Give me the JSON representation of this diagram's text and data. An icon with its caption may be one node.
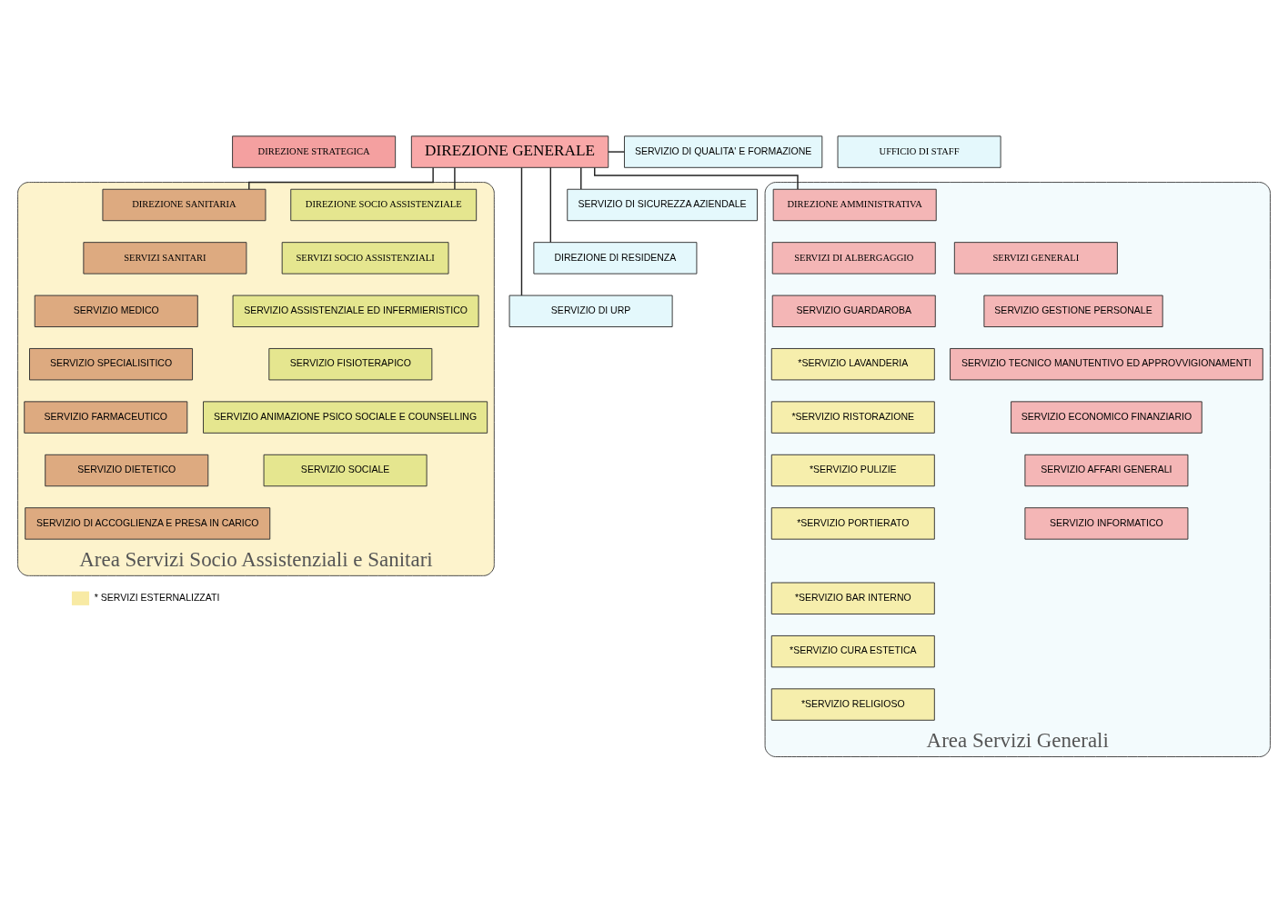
{
  "diagram": {
    "nodes": [
      {
        "text": [
          "DIREZIONE STRATEGICA"
        ]
      },
      {
        "text": [
          "DIREZIONE GENERALE"
        ]
      },
      {
        "text": [
          "SERVIZIO DI QUALITA' E FORMAZIONE"
        ]
      },
      {
        "text": [
          "SERVIZIO DI SICUREZZA AZIENDALE"
        ]
      },
      {
        "text": [
          "DIREZIONE DI RESIDENZA"
        ]
      },
      {
        "text": [
          "SERVIZIO DI URP"
        ]
      },
      {
        "text": [
          "UFFICIO DI STAFF"
        ]
      },
      {
        "text": [
          "Area Servizi Socio Assistenziali e Sanitari"
        ]
      },
      {
        "text": [
          "DIREZIONE SOCIO ASSISTENZIALE"
        ],
        "in": 7
      },
      {
        "text": [
          "DIREZIONE SANITARIA"
        ],
        "in": 7
      },
      {
        "text": [
          "SERVIZI SOCIO ASSISTENZIALI"
        ],
        "in": 7
      },
      {
        "text": [
          "SERVIZIO ASSISTENZIALE ED INFERMIERISTICO"
        ],
        "in": 7
      },
      {
        "text": [
          "SERVIZIO FISIOTERAPICO"
        ],
        "in": 7
      },
      {
        "text": [
          "SERVIZIO ANIMAZIONE PSICO SOCIALE E COUNSELLING"
        ],
        "in": 7
      },
      {
        "text": [
          "SERVIZIO SOCIALE"
        ],
        "in": 7
      },
      {
        "text": [
          "SERVIZI SANITARI"
        ],
        "in": 7
      },
      {
        "text": [
          "SERVIZIO MEDICO"
        ],
        "in": 7
      },
      {
        "text": [
          "SERVIZIO SPECIALISITICO"
        ],
        "in": 7
      },
      {
        "text": [
          "SERVIZIO FARMACEUTICO"
        ],
        "in": 7
      },
      {
        "text": [
          "SERVIZIO DIETETICO"
        ],
        "in": 7
      },
      {
        "text": [
          "SERVIZIO DI ACCOGLIENZA E PRESA IN CARICO"
        ],
        "in": 7
      },
      {
        "text": [
          "Area Servizi Generali"
        ]
      },
      {
        "text": [
          "DIREZIONE AMMINISTRATIVA"
        ],
        "in": 21
      },
      {
        "text": [
          "SERVIZI DI ALBERGAGGIO"
        ],
        "in": 21
      },
      {
        "text": [
          "SERVIZIO GUARDAROBA"
        ],
        "in": 21
      },
      {
        "text": [
          "*SERVIZIO LAVANDERIA"
        ],
        "in": 21
      },
      {
        "text": [
          "*SERVIZIO RISTORAZIONE"
        ],
        "in": 21
      },
      {
        "text": [
          "*SERVIZIO PULIZIE"
        ],
        "in": 21
      },
      {
        "text": [
          "*SERVIZIO PORTIERATO"
        ],
        "in": 21
      },
      {
        "text": [
          "*SERVIZIO BAR INTERNO"
        ],
        "in": 21
      },
      {
        "text": [
          "*SERVIZIO CURA ESTETICA"
        ],
        "in": 21
      },
      {
        "text": [
          "*SERVIZIO RELIGIOSO"
        ],
        "in": 21
      },
      {
        "text": [
          "SERVIZI GENERALI"
        ],
        "in": 21
      },
      {
        "text": [
          "SERVIZIO GESTIONE PERSONALE"
        ],
        "in": 21
      },
      {
        "text": [
          "SERVIZIO TECNICO MANUTENTIVO ED APPROVVIGIONAMENTI"
        ],
        "in": 21
      },
      {
        "text": [
          "SERVIZIO ECONOMICO FINANZIARIO"
        ],
        "in": 21
      },
      {
        "text": [
          "SERVIZIO AFFARI GENERALI"
        ],
        "in": 21
      },
      {
        "text": [
          "SERVIZIO INFORMATICO"
        ],
        "in": 21
      }
    ],
    "edges": [
      {
        "from": 1,
        "to": 2,
        "arrow": "none"
      },
      {
        "from": 1,
        "to": 3,
        "arrow": "none"
      },
      {
        "from": 1,
        "to": 4,
        "arrow": "none"
      },
      {
        "from": 1,
        "to": 5,
        "arrow": "none"
      },
      {
        "from": 1,
        "to": 8,
        "arrow": "none"
      },
      {
        "from": 1,
        "to": 9,
        "arrow": "none"
      },
      {
        "from": 1,
        "to": 22,
        "arrow": "none"
      }
    ],
    "legend": [
      {
        "text": "* SERVIZI ESTERNALIZZATI",
        "color": "#f8eaa4"
      }
    ]
  }
}
